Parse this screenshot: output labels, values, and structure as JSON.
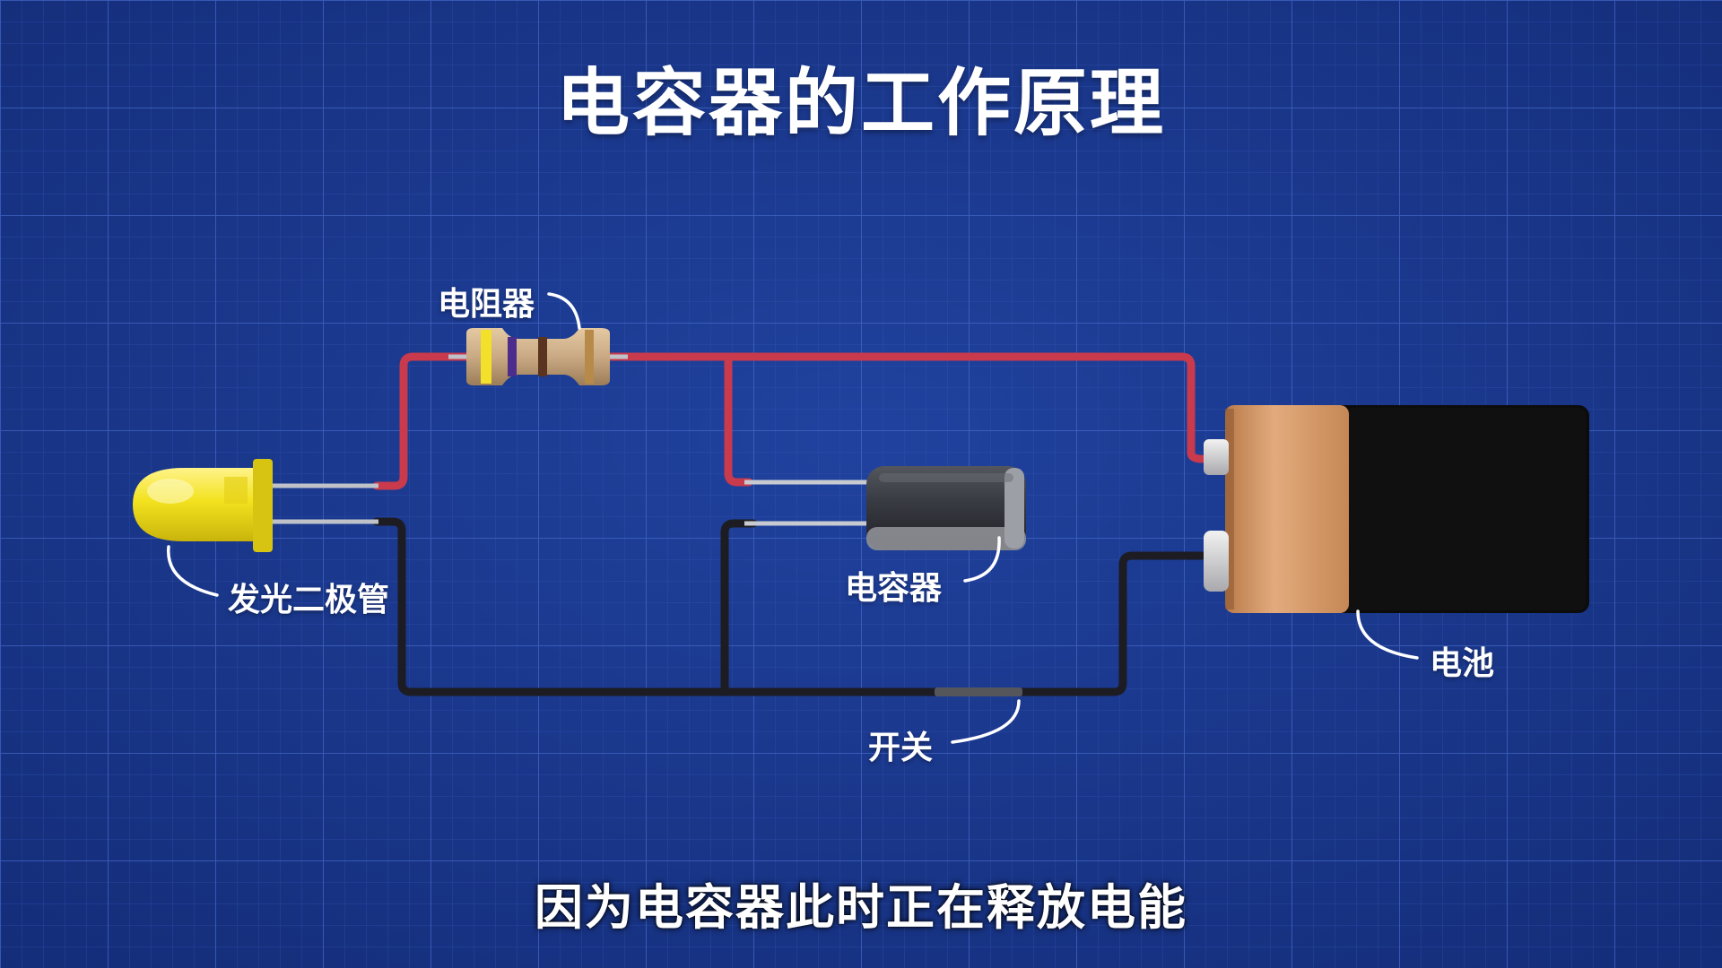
{
  "title": "电容器的工作原理",
  "subtitle": "因为电容器此时正在释放电能",
  "labels": {
    "resistor": "电阻器",
    "led": "发光二极管",
    "capacitor": "电容器",
    "battery": "电池",
    "switch": "开关"
  },
  "colors": {
    "background": "#1a3990",
    "grid": "#3f62c4",
    "positive_wire": "#c83a4c",
    "negative_wire": "#1c1c22",
    "led": "#f2e21e",
    "battery_wrap": "#d69a6a",
    "battery_body": "#0c0c0c",
    "resistor_body": "#c9aa84"
  }
}
